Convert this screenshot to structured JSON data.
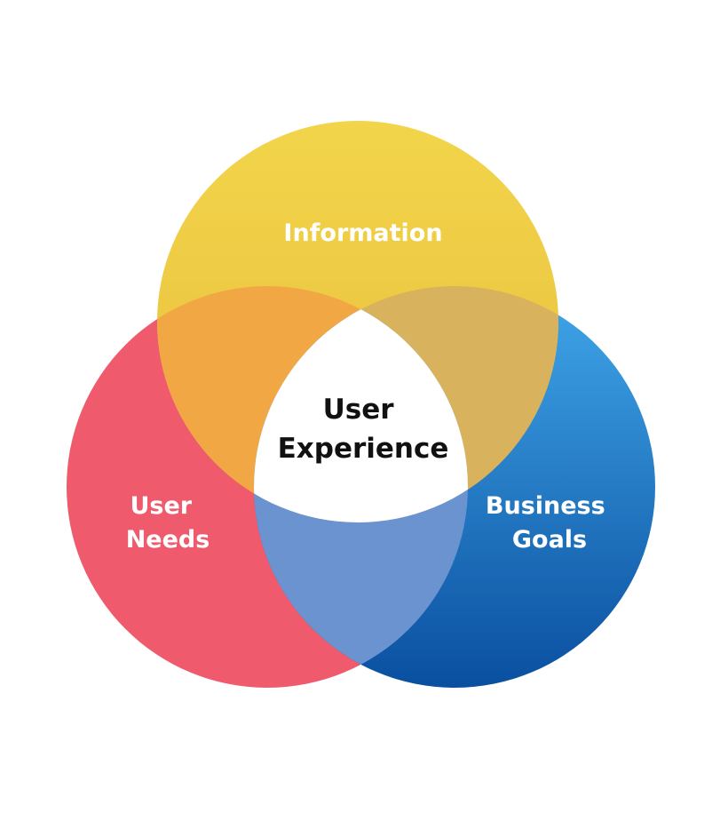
{
  "diagram": {
    "type": "venn",
    "sets": [
      {
        "id": "information",
        "lines": [
          "Information"
        ],
        "color_top": "#f2d54b",
        "color_bottom": "#e8bd3b"
      },
      {
        "id": "user-needs",
        "lines": [
          "User",
          "Needs"
        ],
        "color_top": "#ef5a6d",
        "color_bottom": "#ef5a6d"
      },
      {
        "id": "business-goals",
        "lines": [
          "Business",
          "Goals"
        ],
        "color_top": "#41a7e9",
        "color_bottom": "#0a4fa0"
      }
    ],
    "overlaps": {
      "information_user_needs": "#f1a844",
      "information_business_goals": "#d9b25d",
      "user_needs_business_goals": "#6a93cf"
    },
    "center": {
      "lines": [
        "User",
        "Experience"
      ],
      "background": "#ffffff"
    }
  }
}
